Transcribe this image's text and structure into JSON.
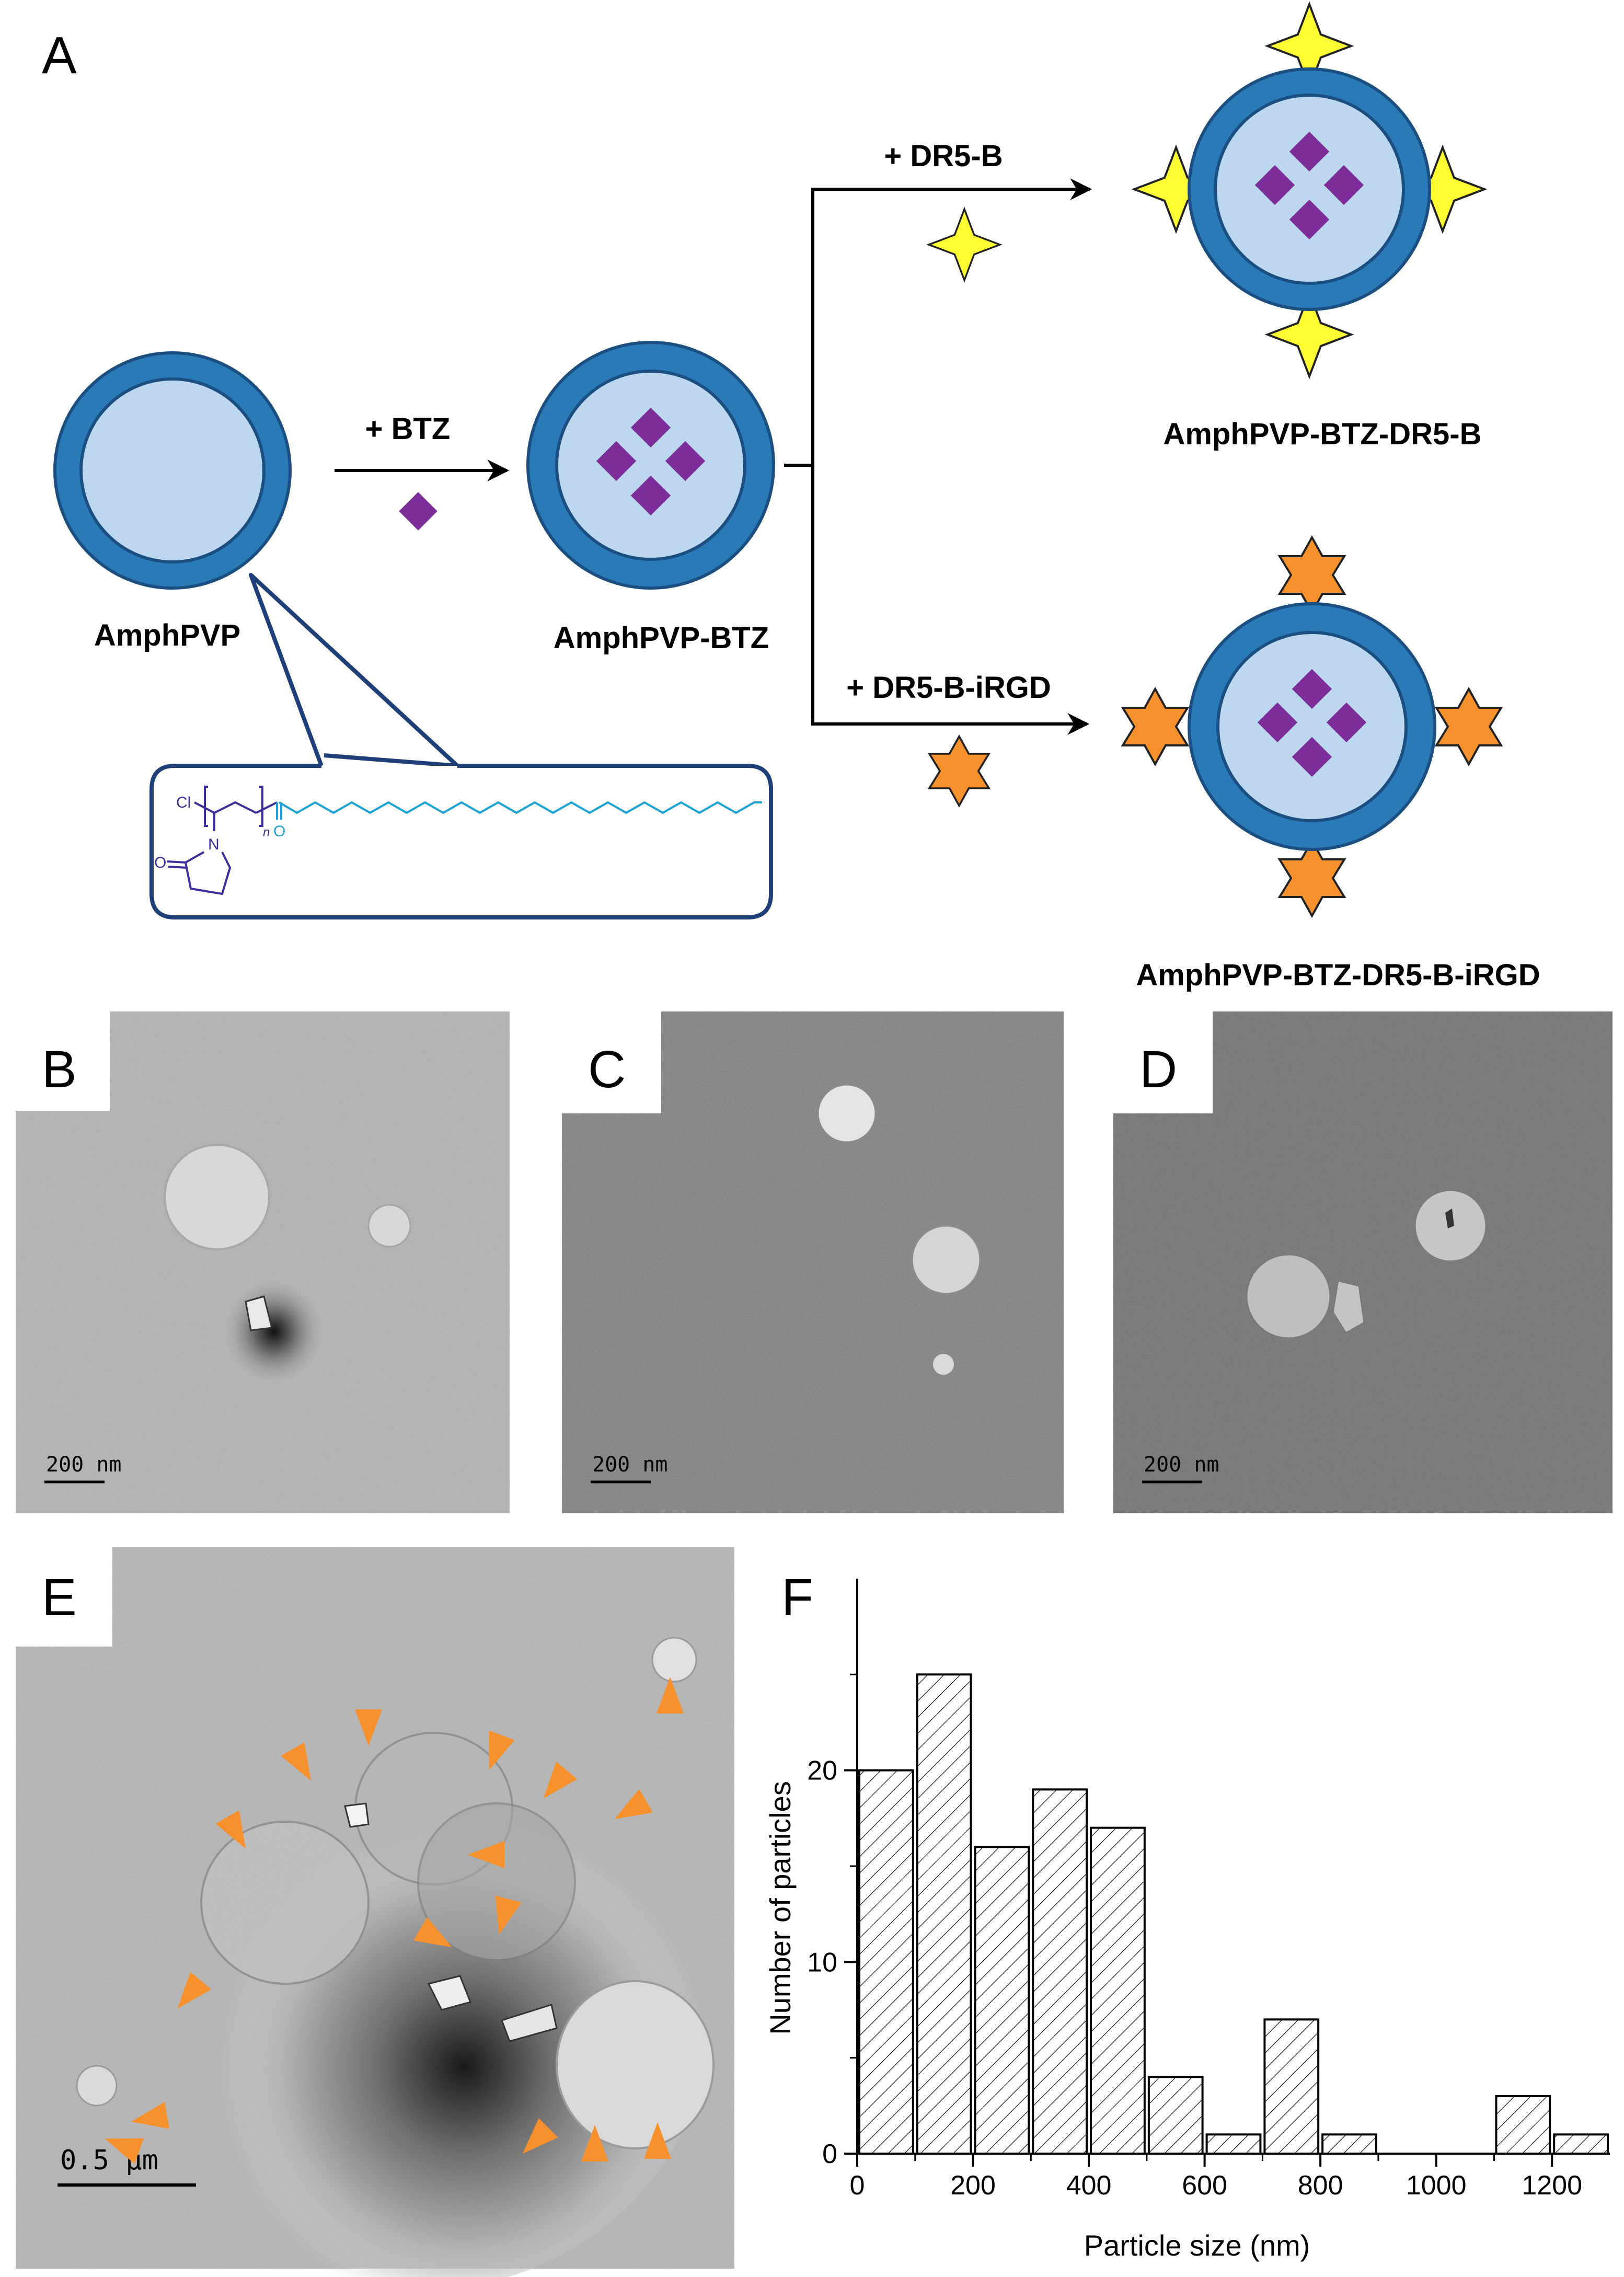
{
  "panels": {
    "a": "A",
    "b": "B",
    "c": "C",
    "d": "D",
    "e": "E",
    "f": "F"
  },
  "scheme": {
    "amphpvp": "AmphPVP",
    "amphpvp_btz": "AmphPVP-BTZ",
    "amphpvp_btz_dr5b": "AmphPVP-BTZ-DR5-B",
    "amphpvp_btz_dr5b_irgd": "AmphPVP-BTZ-DR5-B-iRGD",
    "plus_btz": "+ BTZ",
    "plus_dr5b": "+ DR5-B",
    "plus_dr5b_irgd": "+ DR5-B-iRGD",
    "chem_cl": "Cl",
    "chem_n": "n",
    "chem_n_atom": "N",
    "chem_o1": "O",
    "chem_o2": "O"
  },
  "colors": {
    "shell": "#2a7ab8",
    "shell_outline": "#1b4f82",
    "core": "#bcd7ef",
    "drug": "#7c2d99",
    "dr5b": "#ffff33",
    "irgd": "#f7912d",
    "arrowhead": "#f7912d",
    "chem_purple": "#3b2d9c",
    "chem_cyan": "#1aa3d4",
    "callout": "#1e3f77"
  },
  "micrographs": {
    "b_scale": "200 nm",
    "c_scale": "200 nm",
    "d_scale": "200 nm",
    "e_scale": "0.5 µm"
  },
  "chart_data": {
    "type": "bar",
    "xlabel": "Particle size (nm)",
    "ylabel": "Number of particles",
    "xlim": [
      0,
      1300
    ],
    "ylim": [
      0,
      30
    ],
    "xticks": [
      0,
      200,
      400,
      600,
      800,
      1000,
      1200
    ],
    "yticks": [
      0,
      10,
      20
    ],
    "bin_width": 100,
    "bins": [
      {
        "x": 0,
        "value": 20
      },
      {
        "x": 100,
        "value": 25
      },
      {
        "x": 200,
        "value": 16
      },
      {
        "x": 300,
        "value": 19
      },
      {
        "x": 400,
        "value": 17
      },
      {
        "x": 500,
        "value": 4
      },
      {
        "x": 600,
        "value": 1
      },
      {
        "x": 700,
        "value": 7
      },
      {
        "x": 800,
        "value": 1
      },
      {
        "x": 900,
        "value": 0
      },
      {
        "x": 1000,
        "value": 0
      },
      {
        "x": 1100,
        "value": 3
      },
      {
        "x": 1200,
        "value": 1
      }
    ],
    "fill": "hatched"
  }
}
